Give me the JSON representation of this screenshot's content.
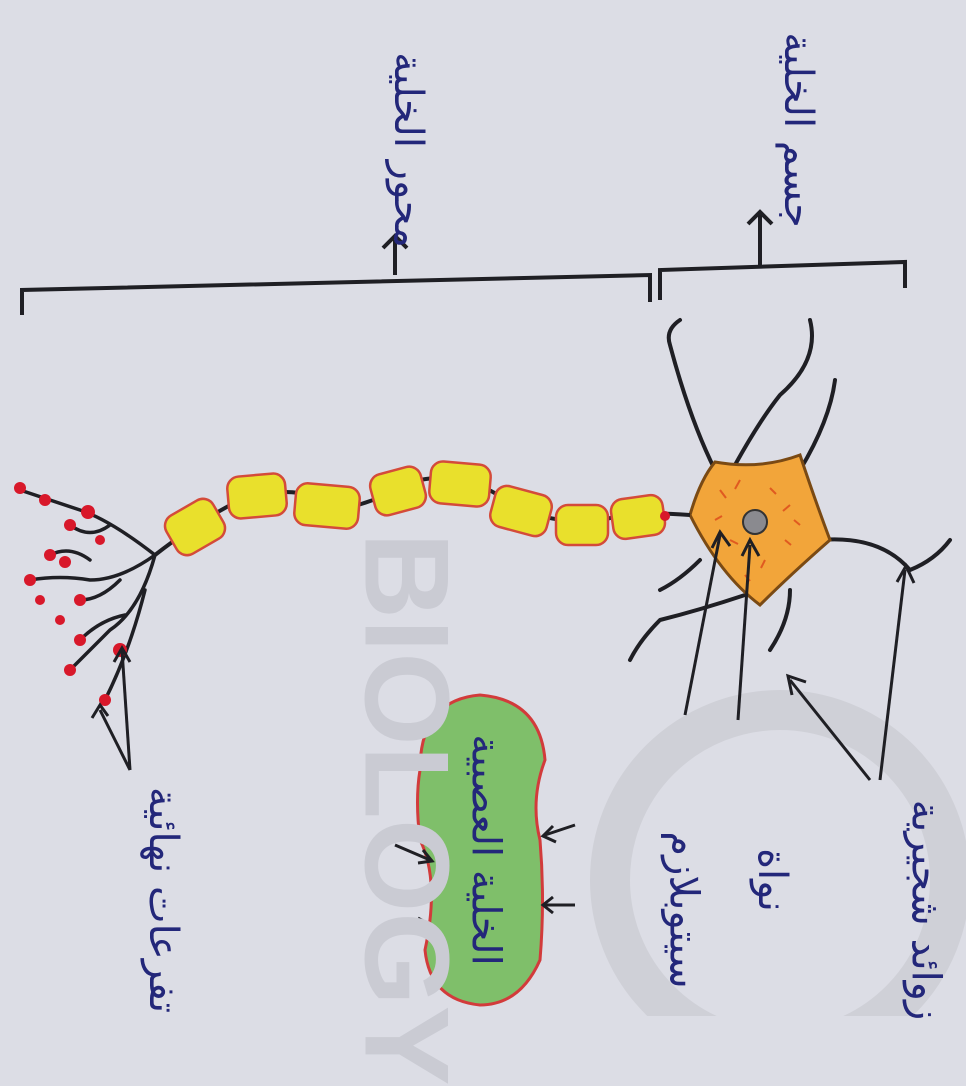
{
  "labels": {
    "axon": "محور الخلية",
    "cell_body": "جسم الخلية",
    "dendrites": "زوائد شجيرية",
    "nucleus": "نواة",
    "cytoplasm": "سيتوبلازم",
    "schwann_cell": "الخلية العصبية",
    "terminal_branches": "تفرعات نهائية"
  },
  "watermark": {
    "main": "BIOLOGY"
  },
  "colors": {
    "background": "#dcdde5",
    "ink": "#23277a",
    "line": "#1f1f24",
    "cell_body_fill": "#f2a53a",
    "myelin_fill": "#e9e02c",
    "myelin_stroke": "#d44b3a",
    "terminal_dots": "#d8182a",
    "green_cell_fill": "#7fbf6a",
    "green_cell_stroke": "#d23b3b"
  }
}
